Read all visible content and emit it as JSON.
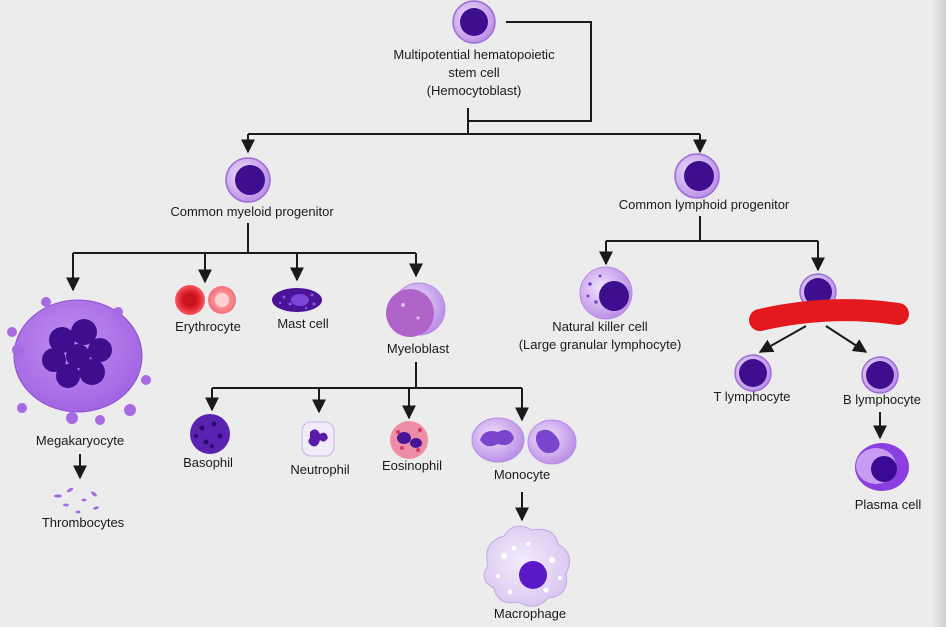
{
  "colors": {
    "background": "#ececec",
    "line": "#1a1a1a",
    "cell_outer": "#c9a6ee",
    "cell_nucleus": "#3d0f8f",
    "megakaryocyte": "#a66be3",
    "erythrocyte": "#e0202a",
    "redaction": "#e3191e"
  },
  "labels": {
    "stem_cell": "Multipotential hematopoietic\nstem cell\n(Hemocytoblast)",
    "myeloid": "Common myeloid progenitor",
    "lymphoid": "Common lymphoid progenitor",
    "megakaryocyte": "Megakaryocyte",
    "thrombocytes": "Thrombocytes",
    "erythrocyte": "Erythrocyte",
    "mast_cell": "Mast cell",
    "myeloblast": "Myeloblast",
    "basophil": "Basophil",
    "neutrophil": "Neutrophil",
    "eosinophil": "Eosinophil",
    "monocyte": "Monocyte",
    "macrophage": "Macrophage",
    "nk_cell": "Natural killer cell\n(Large granular lymphocyte)",
    "t_lymphocyte": "T lymphocyte",
    "b_lymphocyte": "B lymphocyte",
    "plasma_cell": "Plasma cell"
  }
}
